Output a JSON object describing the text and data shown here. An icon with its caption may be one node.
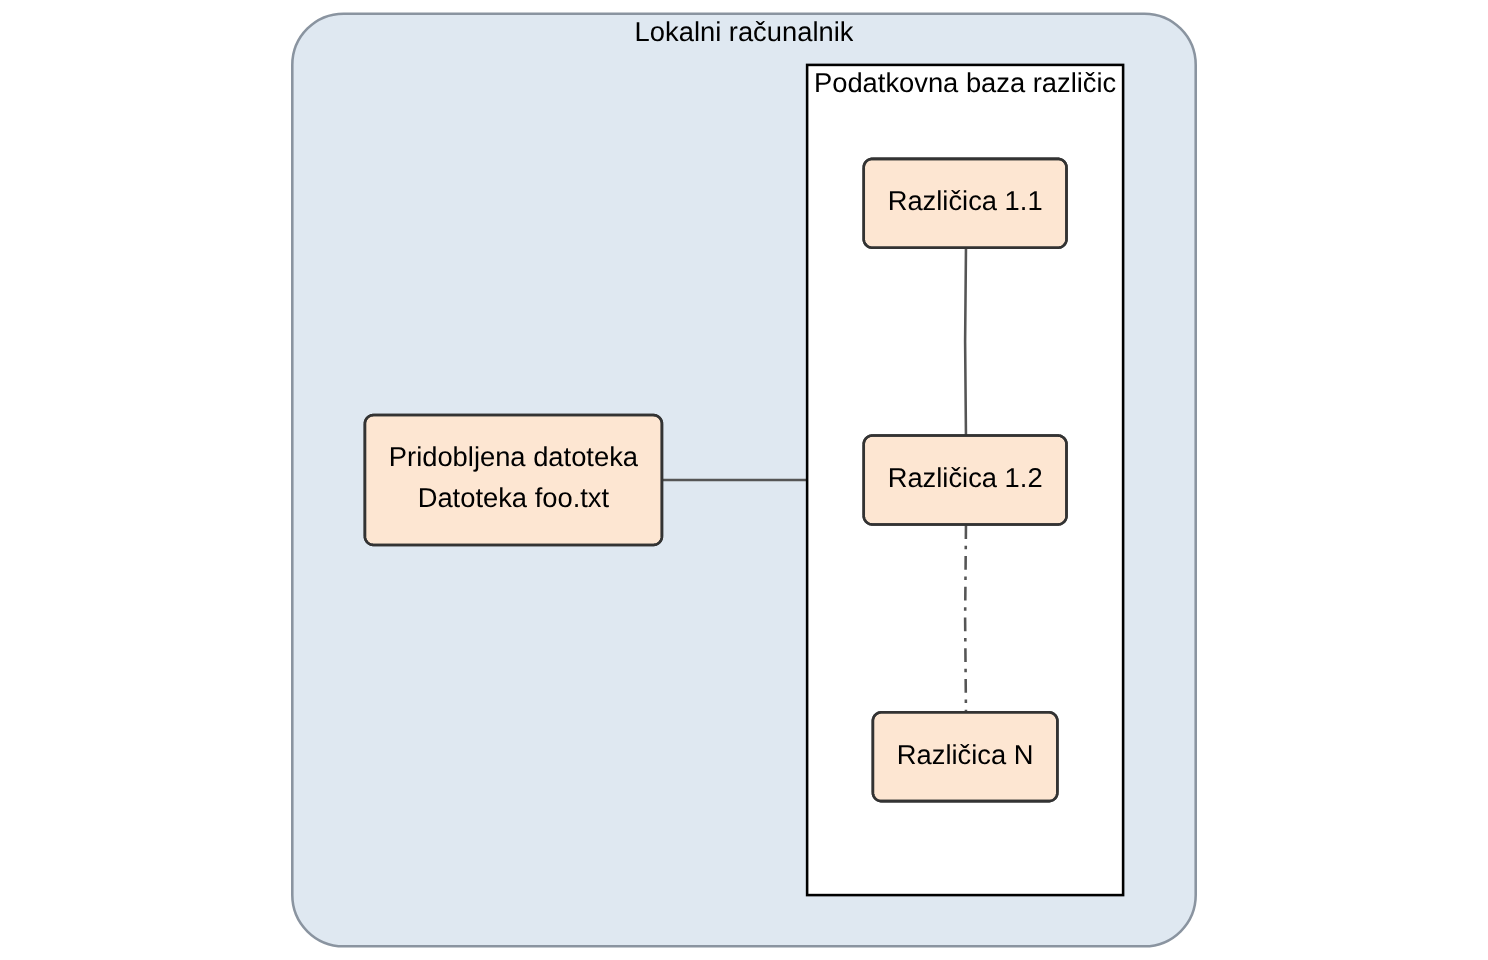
{
  "diagram": {
    "nodes": [
      {
        "text": [
          "Lokalni računalnik"
        ]
      },
      {
        "text": [
          "Pridobljena datoteka",
          "Datoteka foo.txt"
        ],
        "in": 0
      },
      {
        "text": [
          "Podatkovna baza različic"
        ],
        "in": 0
      },
      {
        "text": [
          "Različica 1.1"
        ],
        "in": 2
      },
      {
        "text": [
          "Različica 1.2"
        ],
        "in": 2
      },
      {
        "text": [
          "Različica N"
        ],
        "in": 2
      }
    ],
    "edges": [
      {
        "from": 1,
        "to": 2,
        "arrow": "none"
      },
      {
        "from": 3,
        "to": 4,
        "arrow": "none"
      },
      {
        "from": 4,
        "to": 5,
        "arrow": "none",
        "style": "dashed"
      }
    ]
  }
}
